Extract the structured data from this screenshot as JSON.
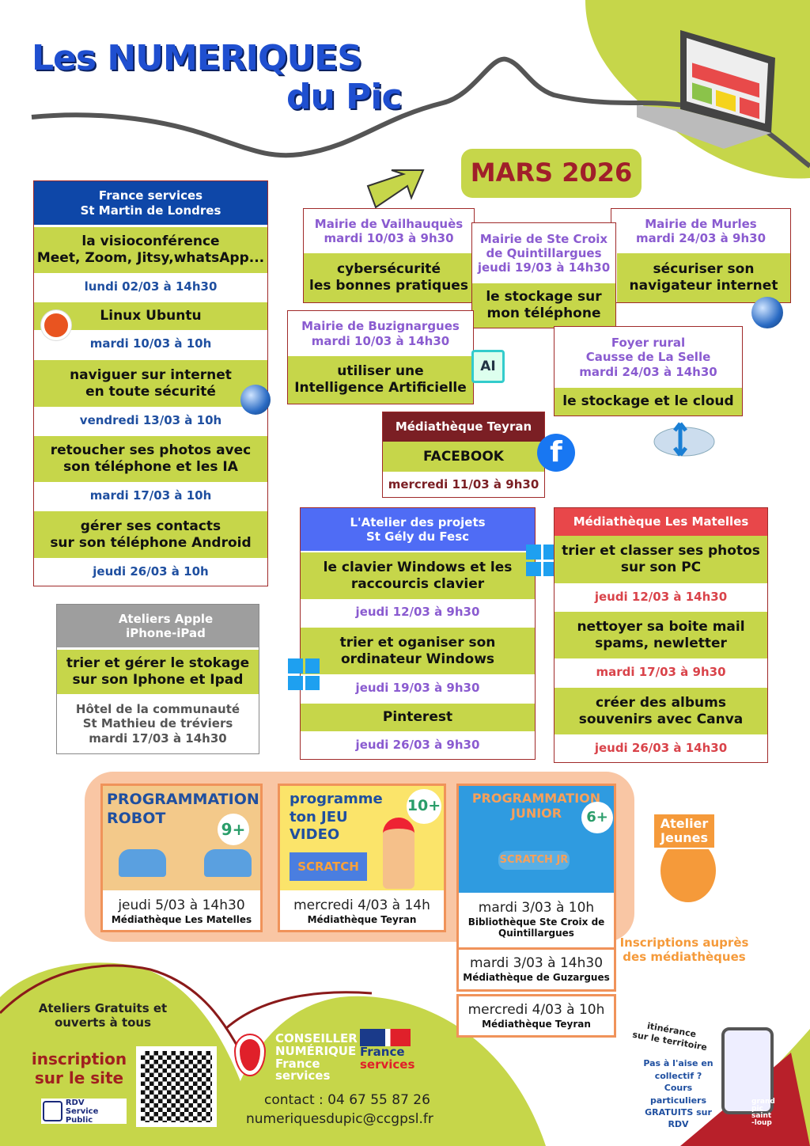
{
  "title": {
    "line1": "Les NUMERIQUES",
    "line2": "du Pic"
  },
  "month": "MARS 2026",
  "colors": {
    "green": "#c6d64a",
    "blue": "#0e47a8",
    "maroon": "#7b1f24",
    "red": "#e8474a"
  },
  "france_services": {
    "header": [
      "France services",
      "St Martin de Londres"
    ],
    "sessions": [
      {
        "topic": [
          "la visioconférence",
          "Meet, Zoom, Jitsy,whatsApp..."
        ],
        "date": "lundi 02/03 à 14h30"
      },
      {
        "topic": [
          "Linux Ubuntu"
        ],
        "date": "mardi 10/03 à 10h"
      },
      {
        "topic": [
          "naviguer sur internet",
          "en toute sécurité"
        ],
        "date": "vendredi 13/03 à 10h"
      },
      {
        "topic": [
          "retoucher ses photos avec",
          "son téléphone et les IA"
        ],
        "date": "mardi 17/03 à 10h"
      },
      {
        "topic": [
          "gérer ses contacts",
          "sur son téléphone Android"
        ],
        "date": "jeudi 26/03 à 10h"
      }
    ]
  },
  "apple": {
    "header": [
      "Ateliers Apple",
      "iPhone-iPad"
    ],
    "topic": [
      "trier et gérer le stokage",
      "sur son Iphone et Ipad"
    ],
    "info": [
      "Hôtel de la communauté",
      "St Mathieu de tréviers",
      "mardi 17/03 à 14h30"
    ]
  },
  "mairies": [
    {
      "place": [
        "Mairie de Vailhauquès",
        "mardi 10/03 à 9h30"
      ],
      "topic": [
        "cybersécurité",
        "les bonnes pratiques"
      ]
    },
    {
      "place": [
        "Mairie de  Ste Croix",
        "de Quintillargues",
        "jeudi 19/03 à 14h30"
      ],
      "topic": [
        "le stockage sur",
        "mon téléphone"
      ]
    },
    {
      "place": [
        "Mairie de Murles",
        "mardi 24/03 à 9h30"
      ],
      "topic": [
        "sécuriser son",
        "navigateur internet"
      ]
    },
    {
      "place": [
        "Mairie de Buzignargues",
        "mardi 10/03 à 14h30"
      ],
      "topic": [
        "utiliser une",
        "Intelligence Artificielle"
      ]
    },
    {
      "place": [
        "Foyer rural",
        "Causse de La Selle",
        "mardi 24/03 à 14h30"
      ],
      "topic": [
        "le stockage et le cloud"
      ]
    }
  ],
  "ai_label": "AI",
  "teyran": {
    "header": "Médiathèque Teyran",
    "topic": "FACEBOOK",
    "date": "mercredi 11/03 à 9h30"
  },
  "atelier_projets": {
    "header": [
      "L'Atelier des projets",
      "St Gély du Fesc"
    ],
    "sessions": [
      {
        "topic": [
          "le clavier Windows et les",
          "raccourcis clavier"
        ],
        "date": "jeudi 12/03 à 9h30"
      },
      {
        "topic": [
          "trier et oganiser son",
          "ordinateur Windows"
        ],
        "date": "jeudi 19/03 à 9h30"
      },
      {
        "topic": [
          "Pinterest"
        ],
        "date": "jeudi 26/03 à 9h30"
      }
    ]
  },
  "matelles": {
    "header": "Médiathèque Les Matelles",
    "sessions": [
      {
        "topic": [
          "trier et classer ses photos",
          "sur son PC"
        ],
        "date": "jeudi 12/03 à 14h30"
      },
      {
        "topic": [
          "nettoyer sa boite mail",
          "spams, newletter"
        ],
        "date": "mardi 17/03 à 9h30"
      },
      {
        "topic": [
          "créer des albums",
          "souvenirs avec Canva"
        ],
        "date": "jeudi 26/03 à 14h30"
      }
    ]
  },
  "kids": [
    {
      "title": [
        "PROGRAMMATION",
        "ROBOT"
      ],
      "age": "9+",
      "date": "jeudi 5/03 à 14h30",
      "place": "Médiathèque Les Matelles"
    },
    {
      "title": [
        "programme",
        "ton JEU",
        "VIDEO"
      ],
      "logo": "SCRATCH",
      "age": "10+",
      "date": "mercredi 4/03 à 14h",
      "place": "Médiathèque Teyran"
    },
    {
      "title": [
        "PROGRAMMATION",
        "JUNIOR"
      ],
      "logo": "SCRATCH JR",
      "age": "6+",
      "sessions": [
        {
          "date": "mardi 3/03 à 10h",
          "place": "Bibliothèque Ste Croix de Quintillargues"
        },
        {
          "date": "mardi 3/03 à 14h30",
          "place": "Médiathèque de Guzargues"
        },
        {
          "date": "mercredi 4/03 à 10h",
          "place": "Médiathèque Teyran"
        }
      ]
    }
  ],
  "atelier_jeunes": {
    "label": [
      "Atelier",
      "Jeunes"
    ],
    "note": [
      "Inscriptions auprès",
      "des médiathèques"
    ]
  },
  "footer": {
    "free": [
      "Ateliers Gratuits et",
      "ouverts à tous"
    ],
    "signup": [
      "inscription",
      "sur le site"
    ],
    "rdv": [
      "RDV",
      "Service Public"
    ],
    "conseiller": [
      "CONSEILLER",
      "NUMÉRIQUE",
      "France",
      "services"
    ],
    "fs_logo": [
      "France",
      "services"
    ],
    "contact": "contact : 04 67 55 87 26",
    "email": "numeriquesdupic@ccgpsl.fr",
    "itinerance": [
      "itinérance",
      "sur le territoire"
    ],
    "private": [
      "Pas à l'aise en",
      "collectif ?",
      "Cours",
      "particuliers",
      "GRATUITS sur",
      "RDV"
    ],
    "gpsl": [
      "grand",
      "pic",
      "saint",
      "-loup"
    ]
  }
}
